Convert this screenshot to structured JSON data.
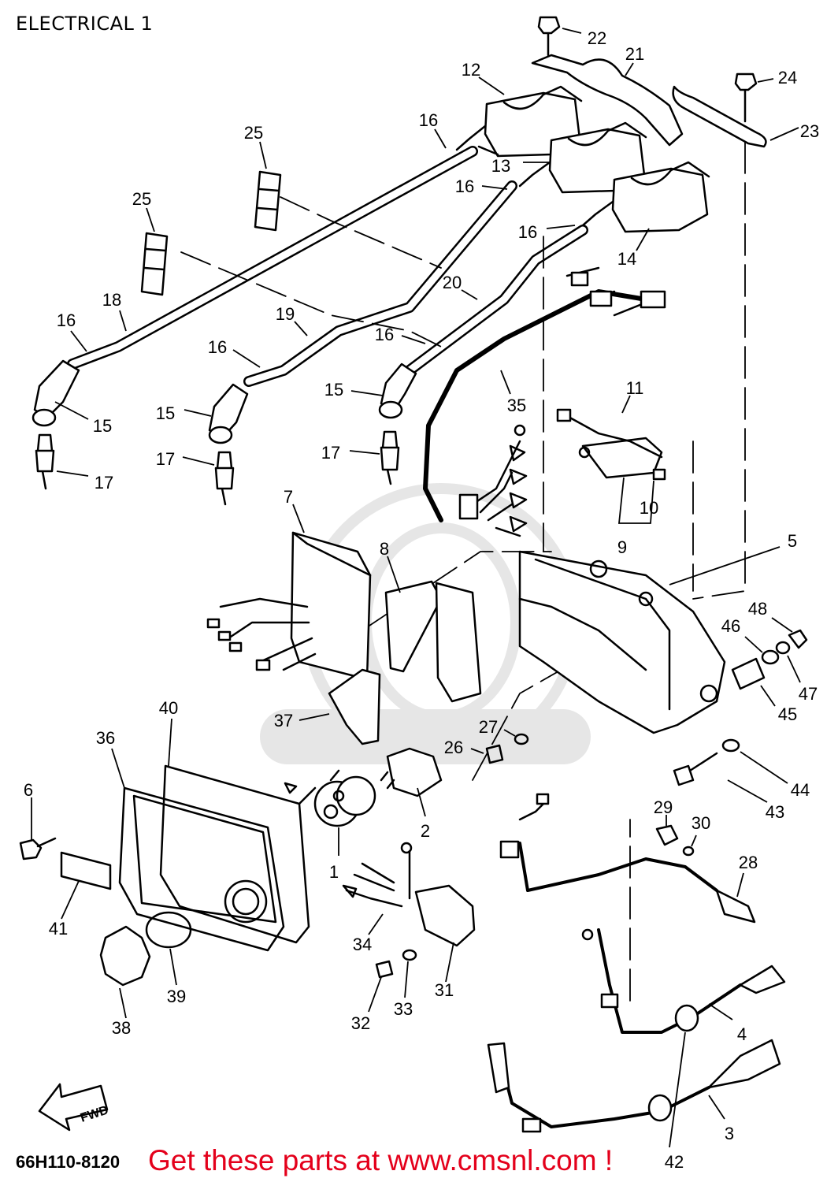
{
  "title": "ELECTRICAL 1",
  "drawing_code": "66H110-8120",
  "banner": "Get these parts at www.cmsnl.com !",
  "fwd_label": "FWD",
  "colors": {
    "ink": "#000000",
    "banner": "#e4001b",
    "watermark": "#e6e6e6"
  },
  "callouts": [
    {
      "label": "1"
    },
    {
      "label": "2"
    },
    {
      "label": "3"
    },
    {
      "label": "4"
    },
    {
      "label": "5"
    },
    {
      "label": "6"
    },
    {
      "label": "7"
    },
    {
      "label": "8"
    },
    {
      "label": "9"
    },
    {
      "label": "10"
    },
    {
      "label": "11"
    },
    {
      "label": "12"
    },
    {
      "label": "13"
    },
    {
      "label": "14"
    },
    {
      "label": "15"
    },
    {
      "label": "15"
    },
    {
      "label": "15"
    },
    {
      "label": "16"
    },
    {
      "label": "16"
    },
    {
      "label": "16"
    },
    {
      "label": "16"
    },
    {
      "label": "16"
    },
    {
      "label": "16"
    },
    {
      "label": "17"
    },
    {
      "label": "17"
    },
    {
      "label": "17"
    },
    {
      "label": "18"
    },
    {
      "label": "19"
    },
    {
      "label": "20"
    },
    {
      "label": "21"
    },
    {
      "label": "22"
    },
    {
      "label": "23"
    },
    {
      "label": "24"
    },
    {
      "label": "25"
    },
    {
      "label": "25"
    },
    {
      "label": "26"
    },
    {
      "label": "27"
    },
    {
      "label": "28"
    },
    {
      "label": "29"
    },
    {
      "label": "30"
    },
    {
      "label": "31"
    },
    {
      "label": "32"
    },
    {
      "label": "33"
    },
    {
      "label": "34"
    },
    {
      "label": "35"
    },
    {
      "label": "36"
    },
    {
      "label": "37"
    },
    {
      "label": "38"
    },
    {
      "label": "39"
    },
    {
      "label": "40"
    },
    {
      "label": "41"
    },
    {
      "label": "42"
    },
    {
      "label": "43"
    },
    {
      "label": "44"
    },
    {
      "label": "45"
    },
    {
      "label": "46"
    },
    {
      "label": "47"
    },
    {
      "label": "48"
    }
  ]
}
